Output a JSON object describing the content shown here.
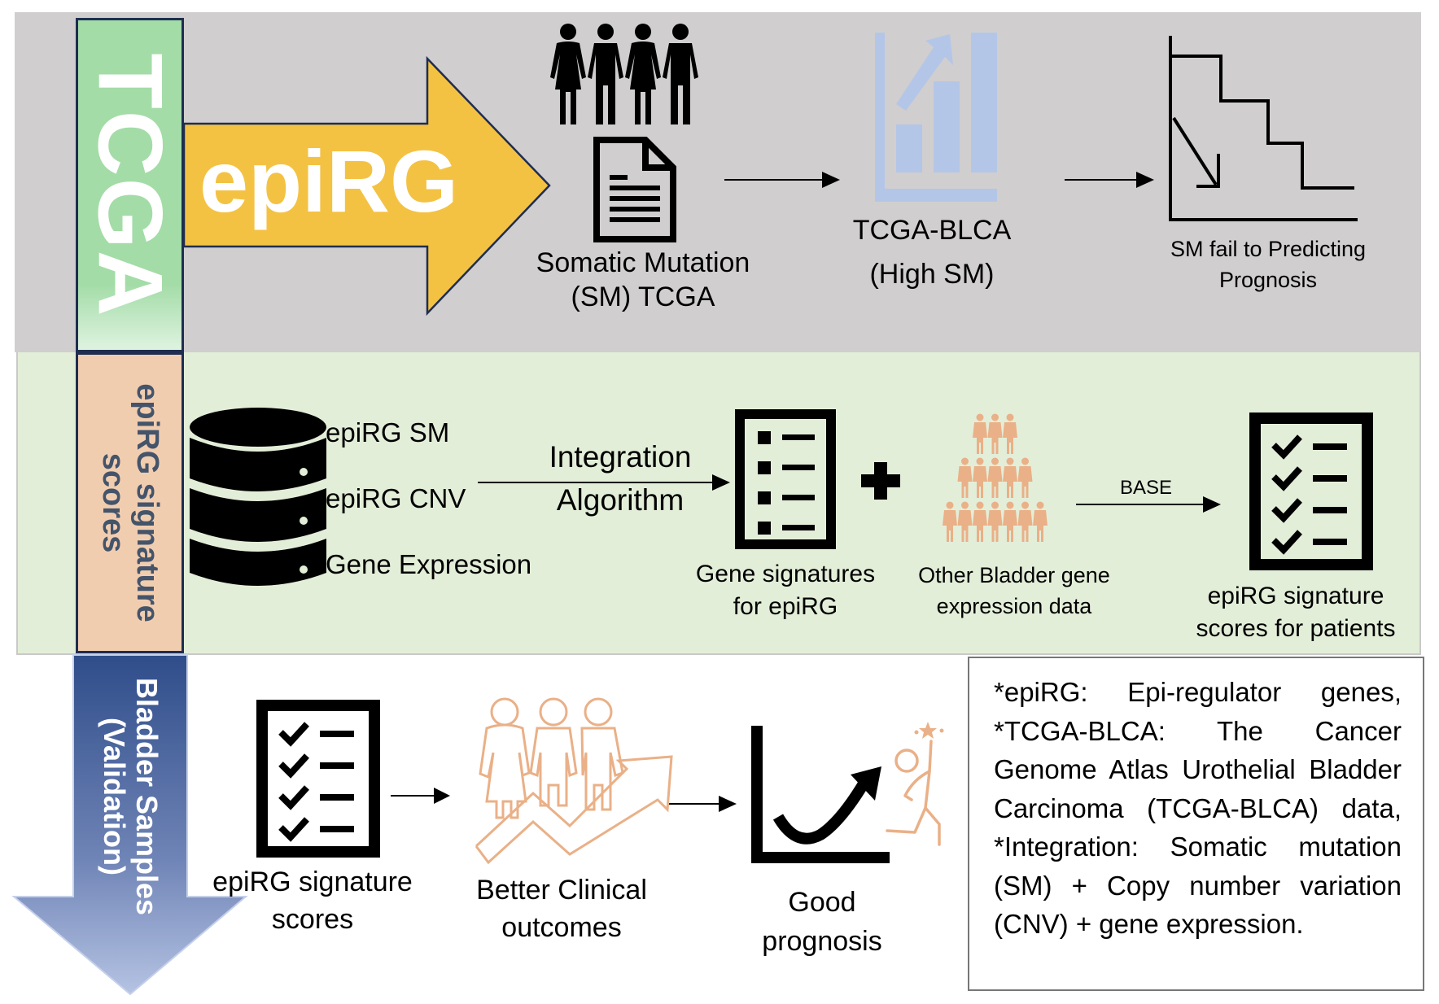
{
  "tcga_label": "TCGA",
  "epirg_arrow_label": "epiRG",
  "side_labels": {
    "scores": [
      "epiRG signature",
      "scores"
    ],
    "validation": [
      "Bladder Samples",
      "(Validation)"
    ]
  },
  "top_row": {
    "somatic_mutation": [
      "Somatic Mutation",
      "(SM) TCGA"
    ],
    "tcga_blca": [
      "TCGA-BLCA",
      "(High SM)"
    ],
    "sm_fail": [
      "SM fail to Predicting",
      "Prognosis"
    ]
  },
  "middle_row": {
    "database_items": [
      "epiRG SM",
      "epiRG CNV",
      "Gene Expression"
    ],
    "integration": [
      "Integration",
      "Algorithm"
    ],
    "gene_signatures": [
      "Gene signatures",
      "for epiRG"
    ],
    "other_bladder": [
      "Other Bladder gene",
      "expression data"
    ],
    "base_label": "BASE",
    "patient_scores": [
      "epiRG signature",
      "scores for patients"
    ]
  },
  "bottom_row": {
    "signature_scores": [
      "epiRG signature",
      "scores"
    ],
    "better_outcomes": [
      "Better Clinical",
      "outcomes"
    ],
    "good_prognosis": [
      "Good",
      "prognosis"
    ]
  },
  "note": "*epiRG: Epi-regulator genes, *TCGA-BLCA: The Cancer Genome Atlas Urothelial Bladder Carcinoma (TCGA-BLCA) data, *Integration: Somatic mutation (SM) + Copy number variation (CNV) + gene expression.",
  "colors": {
    "gray_band": "#d0cecf",
    "green_band": "#e3eed9",
    "tcga_box": "#a3dca7",
    "scores_box": "#f1cdb0",
    "yellow_arrow": "#f4c243",
    "blue_arrow": "#3a5590",
    "chart_icon": "#b4c6e7",
    "orange_people": "#eab087",
    "outline": "#1f2d50"
  }
}
